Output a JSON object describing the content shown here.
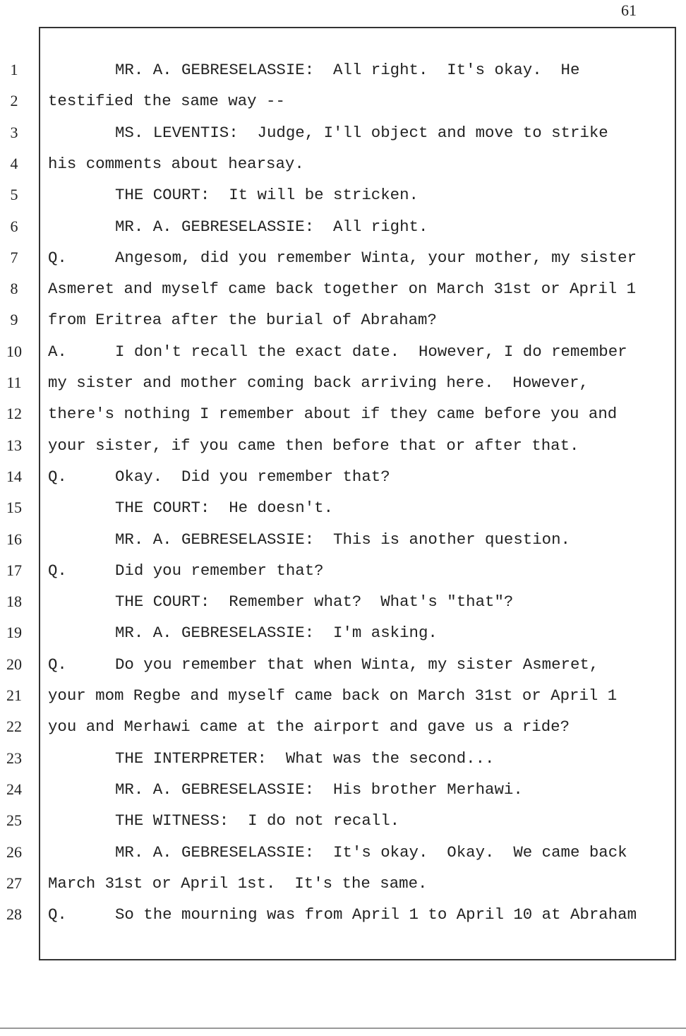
{
  "page_number": "61",
  "lines": [
    {
      "num": "1",
      "prefix": "",
      "indent": true,
      "text": "MR. A. GEBRESELASSIE:  All right.  It's okay.  He"
    },
    {
      "num": "2",
      "prefix": "",
      "indent": false,
      "text": "testified the same way --"
    },
    {
      "num": "3",
      "prefix": "",
      "indent": true,
      "text": "MS. LEVENTIS:  Judge, I'll object and move to strike"
    },
    {
      "num": "4",
      "prefix": "",
      "indent": false,
      "text": "his comments about hearsay."
    },
    {
      "num": "5",
      "prefix": "",
      "indent": true,
      "text": "THE COURT:  It will be stricken."
    },
    {
      "num": "6",
      "prefix": "",
      "indent": true,
      "text": "MR. A. GEBRESELASSIE:  All right."
    },
    {
      "num": "7",
      "prefix": "Q.",
      "indent": true,
      "text": "Angesom, did you remember Winta, your mother, my sister"
    },
    {
      "num": "8",
      "prefix": "",
      "indent": false,
      "text": "Asmeret and myself came back together on March 31st or April 1"
    },
    {
      "num": "9",
      "prefix": "",
      "indent": false,
      "text": "from Eritrea after the burial of Abraham?"
    },
    {
      "num": "10",
      "prefix": "A.",
      "indent": true,
      "text": "I don't recall the exact date.  However, I do remember"
    },
    {
      "num": "11",
      "prefix": "",
      "indent": false,
      "text": "my sister and mother coming back arriving here.  However,"
    },
    {
      "num": "12",
      "prefix": "",
      "indent": false,
      "text": "there's nothing I remember about if they came before you and"
    },
    {
      "num": "13",
      "prefix": "",
      "indent": false,
      "text": "your sister, if you came then before that or after that."
    },
    {
      "num": "14",
      "prefix": "Q.",
      "indent": true,
      "text": "Okay.  Did you remember that?"
    },
    {
      "num": "15",
      "prefix": "",
      "indent": true,
      "text": "THE COURT:  He doesn't."
    },
    {
      "num": "16",
      "prefix": "",
      "indent": true,
      "text": "MR. A. GEBRESELASSIE:  This is another question."
    },
    {
      "num": "17",
      "prefix": "Q.",
      "indent": true,
      "text": "Did you remember that?"
    },
    {
      "num": "18",
      "prefix": "",
      "indent": true,
      "text": "THE COURT:  Remember what?  What's \"that\"?"
    },
    {
      "num": "19",
      "prefix": "",
      "indent": true,
      "text": "MR. A. GEBRESELASSIE:  I'm asking."
    },
    {
      "num": "20",
      "prefix": "Q.",
      "indent": true,
      "text": "Do you remember that when Winta, my sister Asmeret,"
    },
    {
      "num": "21",
      "prefix": "",
      "indent": false,
      "text": "your mom Regbe and myself came back on March 31st or April 1"
    },
    {
      "num": "22",
      "prefix": "",
      "indent": false,
      "text": "you and Merhawi came at the airport and gave us a ride?"
    },
    {
      "num": "23",
      "prefix": "",
      "indent": true,
      "text": "THE INTERPRETER:  What was the second..."
    },
    {
      "num": "24",
      "prefix": "",
      "indent": true,
      "text": "MR. A. GEBRESELASSIE:  His brother Merhawi."
    },
    {
      "num": "25",
      "prefix": "",
      "indent": true,
      "text": "THE WITNESS:  I do not recall."
    },
    {
      "num": "26",
      "prefix": "",
      "indent": true,
      "text": "MR. A. GEBRESELASSIE:  It's okay.  Okay.  We came back"
    },
    {
      "num": "27",
      "prefix": "",
      "indent": false,
      "text": "March 31st or April 1st.  It's the same."
    },
    {
      "num": "28",
      "prefix": "Q.",
      "indent": true,
      "text": "So the mourning was from April 1 to April 10 at Abraham"
    }
  ]
}
